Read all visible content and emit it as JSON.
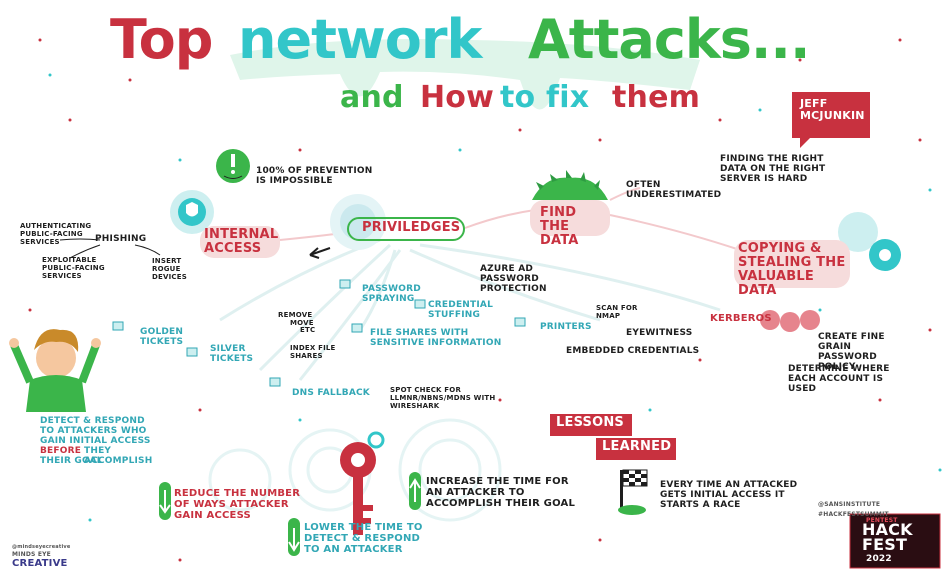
{
  "title": {
    "word1": "Top",
    "word2": "network",
    "word3": "Attacks...",
    "sub_and": "and",
    "sub_how": "How",
    "sub_to_fix": "to fix",
    "sub_them": "them"
  },
  "author": "Jeff McJunkin",
  "prevention": "100% of prevention is impossible",
  "phishing": {
    "label": "Phishing",
    "left_top": "Authenticating public-facing services",
    "left_bottom": "Exploitable public-facing services",
    "insert": "Insert rogue devices"
  },
  "internal_access": "Internal Access",
  "priviledges": "Priviledges",
  "find_the_data": "Find the data",
  "often": "Often underestimated",
  "finding": "Finding the right data on the right server is hard",
  "copying": "Copying & stealing the valuable data",
  "password_spraying": "Password spraying",
  "azure": "Azure AD password protection",
  "credential_stuffing": "Credential stuffing",
  "golden": "Golden tickets",
  "silver": "Silver tickets",
  "remove": "Remove",
  "move": "Move",
  "etc": "Etc",
  "file_shares": "File shares with sensitive information",
  "index": "Index file shares",
  "printers": "Printers",
  "scan": "Scan for Nmap",
  "eyewitness": "Eyewitness",
  "embedded": "Embedded credentials",
  "kerberos": "Kerberos",
  "create_fine": "Create fine grain password policy",
  "determine": "Determine where each account is used",
  "dns": "DNS fallback",
  "spotcheck": "Spot check for LLMNR/NBNS/mDNS with Wireshark",
  "detect": {
    "line1": "Detect & respond",
    "line2": "to attackers who",
    "line3": "gain initial access",
    "line4a": "before",
    "line4b": "they accomplish",
    "line5": "their goal"
  },
  "lessons": "Lessons",
  "learned": "Learned",
  "race": "Every time an attacked gets initial access it starts a race",
  "reduce": "Reduce the number of ways attacker gain access",
  "increase": "Increase the time for an attacker to accomplish their goal",
  "lower": "Lower the time to detect & respond to an attacker",
  "social": "@sansinstitute #hackfestsummit",
  "logo": {
    "top": "PENTEST",
    "hack": "HACK",
    "fest": "FEST",
    "year": "2022"
  },
  "credit": {
    "line1": "@mindseyecreative",
    "line2": "MINDS EYE",
    "line3": "CREATIVE"
  },
  "colors": {
    "red": "#c8313f",
    "teal": "#32c6c9",
    "green": "#3bb54a",
    "pink": "#f6dcdc",
    "dark": "#1e1e1e"
  }
}
